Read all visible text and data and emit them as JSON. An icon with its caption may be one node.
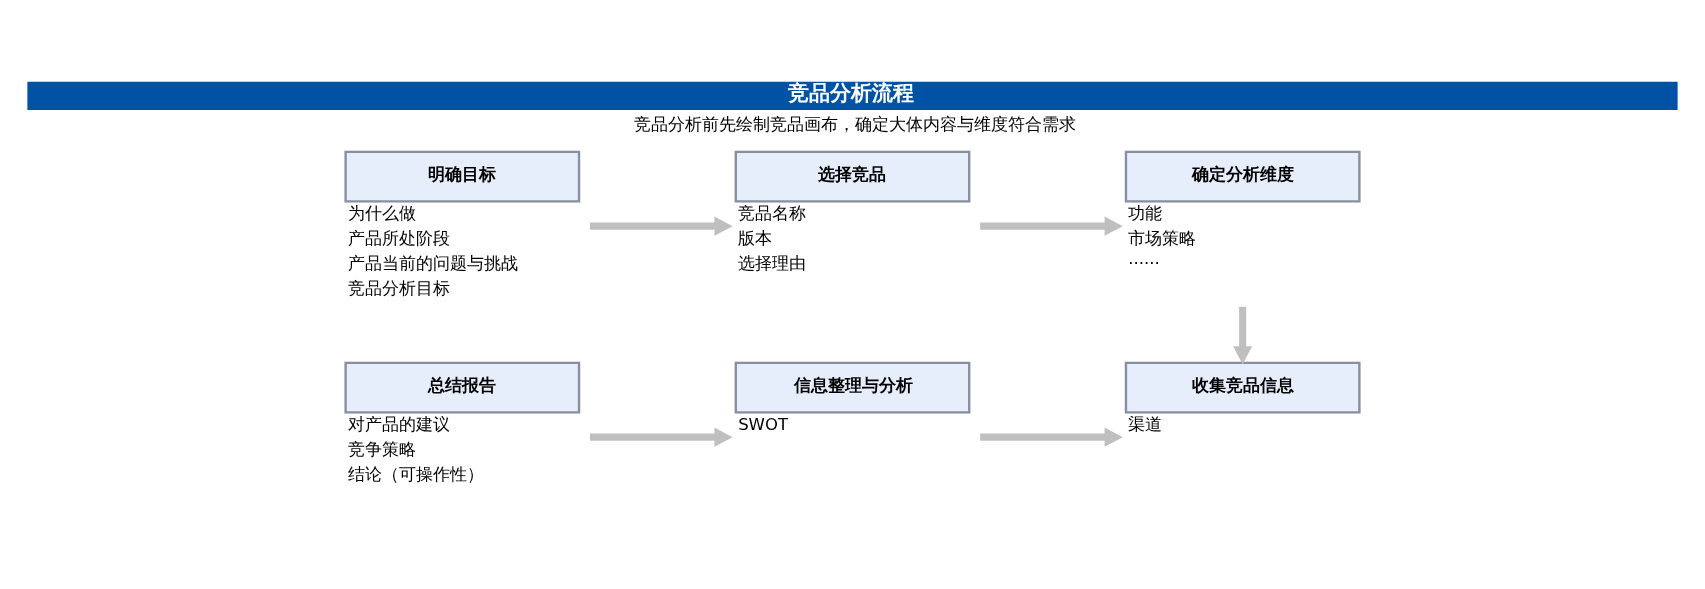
{
  "diagram": {
    "title": "竞品分析流程",
    "caption": "竞品分析前先绘制竞品画布，确定大体内容与维度符合需求",
    "nodes": [
      {
        "text": [
          "明确目标"
        ],
        "beside": [
          "为什么做",
          "产品所处阶段",
          "产品当前的问题与挑战",
          "竞品分析目标"
        ]
      },
      {
        "text": [
          "选择竞品"
        ],
        "beside": [
          "竞品名称",
          "版本",
          "选择理由"
        ]
      },
      {
        "text": [
          "确定分析维度"
        ],
        "beside": [
          "功能",
          "市场策略",
          "······"
        ]
      },
      {
        "text": [
          "总结报告"
        ],
        "beside": [
          "对产品的建议",
          "竞争策略",
          "结论（可操作性）"
        ]
      },
      {
        "text": [
          "信息整理与分析"
        ],
        "beside": [
          "SWOT"
        ]
      },
      {
        "text": [
          "收集竞品信息"
        ],
        "beside": [
          "渠道"
        ]
      }
    ],
    "edges": [
      {
        "from": 0,
        "to": 1,
        "arrow": "to"
      },
      {
        "from": 1,
        "to": 2,
        "arrow": "to"
      },
      {
        "from": 2,
        "to": 5,
        "arrow": "to"
      },
      {
        "from": 3,
        "to": 4,
        "arrow": "to"
      },
      {
        "from": 4,
        "to": 5,
        "arrow": "to"
      }
    ]
  }
}
